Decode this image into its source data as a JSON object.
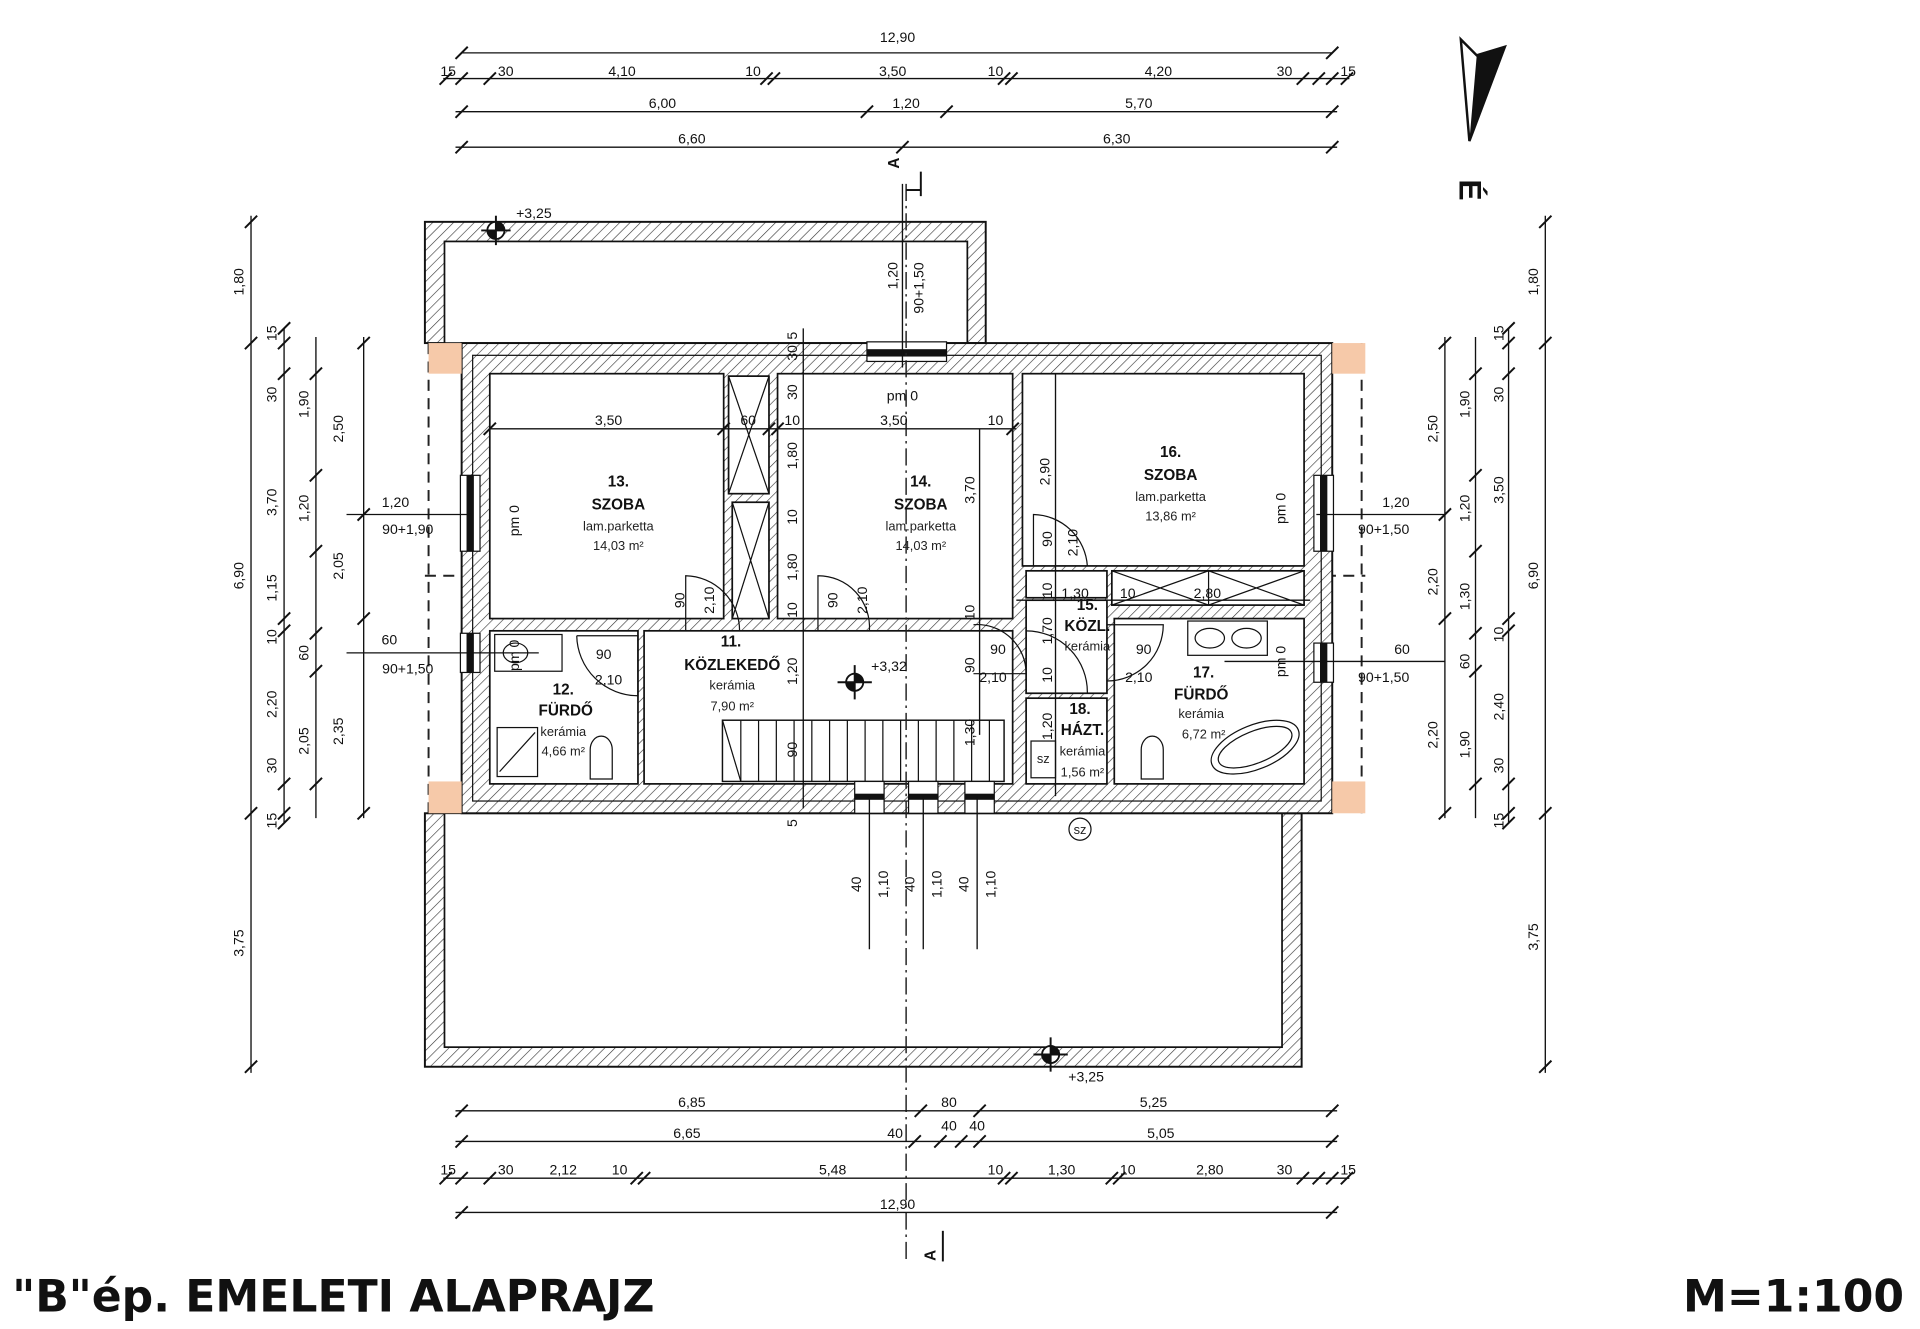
{
  "title": "\"B\"ép.  EMELETI ALAPRAJZ",
  "scale": "M=1:100",
  "north_label": "É",
  "section_marks": [
    "A",
    "A"
  ],
  "levels": [
    "+3,25",
    "+3,32",
    "+3,25"
  ],
  "rooms": [
    {
      "num": "11.",
      "name": "KÖZLEKEDŐ",
      "floor": "kerámia",
      "area": "7,90 m²"
    },
    {
      "num": "12.",
      "name": "FÜRDŐ",
      "floor": "kerámia",
      "area": "4,66 m²"
    },
    {
      "num": "13.",
      "name": "SZOBA",
      "floor": "lam.parketta",
      "area": "14,03 m²"
    },
    {
      "num": "14.",
      "name": "SZOBA",
      "floor": "lam.parketta",
      "area": "14,03 m²"
    },
    {
      "num": "15.",
      "name": "KÖZL.",
      "floor": "kerámia"
    },
    {
      "num": "16.",
      "name": "SZOBA",
      "floor": "lam.parketta",
      "area": "13,86 m²"
    },
    {
      "num": "17.",
      "name": "FÜRDŐ",
      "floor": "kerámia",
      "area": "6,72 m²"
    },
    {
      "num": "18.",
      "name": "HÁZT.",
      "floor": "kerámia",
      "area": "1,56 m²"
    }
  ],
  "floor_level_marks": [
    "pm 0",
    "pm 0",
    "pm 0",
    "pm 0",
    "pm 0"
  ],
  "equipment_labels": [
    "sz",
    "sz"
  ],
  "dims": {
    "top_total": "12,90",
    "top_row1": [
      "15",
      "30",
      "4,10",
      "10",
      "3,50",
      "10",
      "4,20",
      "30",
      "15"
    ],
    "top_row2": [
      "6,00",
      "1,20",
      "5,70"
    ],
    "top_row3": [
      "6,60",
      "6,30"
    ],
    "bottom_row1": [
      "6,85",
      "80",
      "5,25"
    ],
    "bottom_row2": [
      "6,65",
      "40",
      "40",
      "40",
      "5,05"
    ],
    "bottom_row3": [
      "15",
      "30",
      "2,12",
      "10",
      "5,48",
      "10",
      "1,30",
      "10",
      "2,80",
      "30",
      "15"
    ],
    "bottom_total": "12,90",
    "left_outer": [
      "1,80",
      "6,90",
      "3,75"
    ],
    "left_col1": [
      "15",
      "30",
      "3,70",
      "1,15",
      "10",
      "2,20",
      "30",
      "15"
    ],
    "left_col2": [
      "1,90",
      "1,20",
      "60",
      "2,05"
    ],
    "left_col3": [
      "2,50",
      "2,05",
      "2,35"
    ],
    "right_outer": [
      "1,80",
      "6,90",
      "3,75"
    ],
    "right_col1": [
      "15",
      "30",
      "3,50",
      "10",
      "2,40",
      "30",
      "15"
    ],
    "right_col2": [
      "1,90",
      "1,20",
      "1,30",
      "60",
      "1,90"
    ],
    "right_col3": [
      "2,50",
      "2,20",
      "2,20"
    ],
    "windows_left": [
      "1,20",
      "90+1,90",
      "60",
      "90+1,50"
    ],
    "windows_right": [
      "1,20",
      "90+1,50",
      "60",
      "90+1,50"
    ],
    "window_top": [
      "1,20",
      "90+1,50"
    ],
    "windows_bottom": [
      "40",
      "1,10",
      "40",
      "1,10",
      "40",
      "1,10"
    ],
    "interior": [
      "3,50",
      "60",
      "10",
      "3,50",
      "10",
      "30",
      "1,80",
      "10",
      "1,80",
      "10",
      "1,20",
      "90",
      "3,70",
      "2,90",
      "90",
      "2,10",
      "90",
      "2,10",
      "90",
      "2,10",
      "90",
      "2,10",
      "90",
      "90",
      "2,10",
      "1,30",
      "10",
      "2,80",
      "90",
      "2,10",
      "10",
      "1,30",
      "1,70",
      "10",
      "1,20",
      "10",
      "30",
      "5",
      "5"
    ]
  }
}
